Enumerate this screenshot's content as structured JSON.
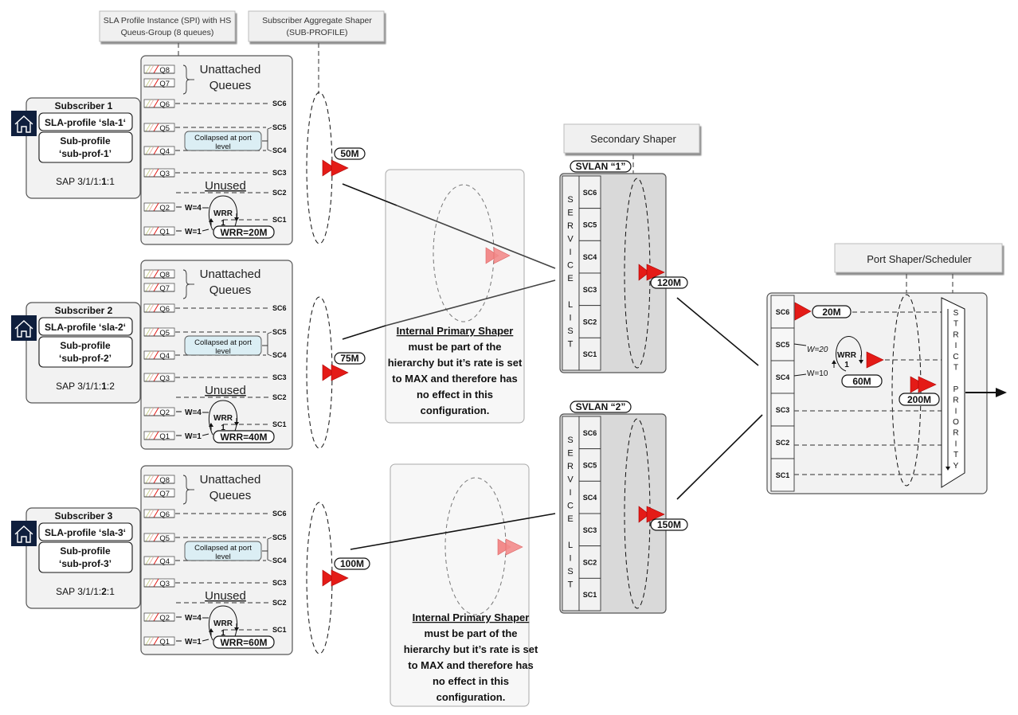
{
  "headers": {
    "spi": [
      "SLA Profile Instance (SPI) with HS",
      "Queus-Group (8 queues)"
    ],
    "sub_aggregate": [
      "Subscriber Aggregate Shaper",
      "(SUB-PROFILE)"
    ],
    "secondary": "Secondary Shaper",
    "port": "Port Shaper/Scheduler"
  },
  "subscribers": [
    {
      "title": "Subscriber 1",
      "sla_profile": "SLA-profile ‘sla-1‘",
      "sub_profile": [
        "Sub-profile",
        "‘sub-prof-1’"
      ],
      "sap_prefix": "SAP 3/1/1:",
      "sap_bold": "1",
      "sap_suffix": ":1",
      "wrr_rate": "WRR=20M",
      "aggregate_rate": "50M"
    },
    {
      "title": "Subscriber 2",
      "sla_profile": "SLA-profile ‘sla-2‘",
      "sub_profile": [
        "Sub-profile",
        "‘sub-prof-2’"
      ],
      "sap_prefix": "SAP 3/1/1:",
      "sap_bold": "1",
      "sap_suffix": ":2",
      "wrr_rate": "WRR=40M",
      "aggregate_rate": "75M"
    },
    {
      "title": "Subscriber 3",
      "sla_profile": "SLA-profile ‘sla-3‘",
      "sub_profile": [
        "Sub-profile",
        "‘sub-prof-3’"
      ],
      "sap_prefix": "SAP 3/1/1:",
      "sap_bold": "2",
      "sap_suffix": ":1",
      "wrr_rate": "WRR=60M",
      "aggregate_rate": "100M"
    }
  ],
  "spi": {
    "unattached": [
      "Unattached",
      "Queues"
    ],
    "collapsed": [
      "Collapsed at port",
      "level"
    ],
    "unused": "Unused",
    "queues": [
      "Q8",
      "Q7",
      "Q6",
      "Q5",
      "Q4",
      "Q3",
      "Q2",
      "Q1"
    ],
    "sc": [
      "SC6",
      "SC5",
      "SC4",
      "SC3",
      "SC2",
      "SC1"
    ],
    "w_q2": "W=4",
    "w_q1": "W=1",
    "wrr": [
      "WRR",
      "1"
    ]
  },
  "primary_note": {
    "title_1": "Internal Primary Shaper",
    "title_2": "Internal  Primary Shaper",
    "body": [
      "must be part of the",
      "hierarchy but it’s rate is set",
      "to MAX and therefore has",
      "no effect in this",
      "configuration."
    ]
  },
  "svlans": [
    {
      "label": "SVLAN “1”",
      "rate": "120M"
    },
    {
      "label": "SVLAN “2”",
      "rate": "150M"
    }
  ],
  "service_list": [
    "S",
    "E",
    "R",
    "V",
    "I",
    "C",
    "E",
    "",
    "L",
    "I",
    "S",
    "T"
  ],
  "service_classes": [
    "SC6",
    "SC5",
    "SC4",
    "SC3",
    "SC2",
    "SC1"
  ],
  "port": {
    "sc6_rate": "20M",
    "w_sc5": "W=20",
    "w_sc4": "W=10",
    "wrr": [
      "WRR",
      "1"
    ],
    "wrr_rate": "60M",
    "port_rate": "200M",
    "strict_priority": [
      "S",
      "T",
      "R",
      "I",
      "C",
      "T",
      "",
      "P",
      "R",
      "I",
      "O",
      "R",
      "I",
      "T",
      "Y"
    ]
  },
  "colors": {
    "shaper_red": "#e41b17",
    "shaper_faded": "#f28b8b",
    "house_icon_bg": "#0f1f3d",
    "panel_bg": "#f2f2f2",
    "svlan_bg": "#d9d9d9",
    "collapsed_bg": "#dbeef4"
  }
}
